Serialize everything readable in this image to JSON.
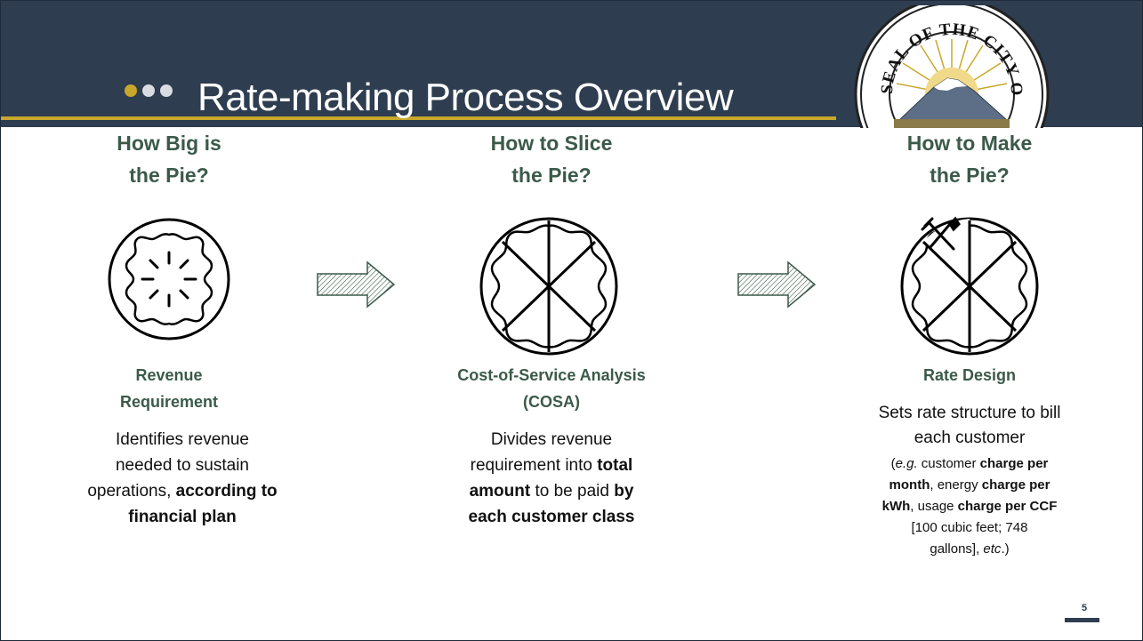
{
  "slide": {
    "title": "Rate-making Process Overview",
    "page_number": "5",
    "seal": {
      "text": "SEAL OF THE CITY OF TACOMA",
      "icon": "city-of-tacoma-seal"
    }
  },
  "colors": {
    "header_bg": "#2e3d4f",
    "accent_gold": "#c8a82b",
    "dot_light": "#d9dde3",
    "heading_green": "#3b5a4a"
  },
  "columns": [
    {
      "heading_line1": "How Big is",
      "heading_line2": "the Pie?",
      "icon": "whole-pie-icon",
      "subtitle_line1": "Revenue",
      "subtitle_line2": "Requirement",
      "desc": {
        "l1": "Identifies revenue",
        "l2": "needed to sustain",
        "l3a": "operations, ",
        "l3b": "according to",
        "l4": "financial plan"
      }
    },
    {
      "heading_line1": "How to Slice",
      "heading_line2": "the Pie?",
      "icon": "sliced-pie-icon",
      "subtitle_line1": "Cost-of-Service Analysis",
      "subtitle_line2": "(COSA)",
      "desc": {
        "l1": "Divides revenue",
        "l2a": "requirement into ",
        "l2b": "total",
        "l3a": "amount",
        "l3b": " to be paid ",
        "l3c": "by",
        "l4": "each customer class"
      }
    },
    {
      "heading_line1": "How to Make",
      "heading_line2": "the Pie?",
      "icon": "pie-with-utensils-icon",
      "subtitle_line1": "Rate Design",
      "desc": {
        "l1": "Sets rate structure to bill",
        "l2": "each customer",
        "l3a": "(",
        "l3b": "e.g.",
        "l3c": " customer ",
        "l3d": "charge per",
        "l4a": "month",
        "l4b": ", energy ",
        "l4c": "charge per",
        "l5a": "kWh",
        "l5b": ", usage ",
        "l5c": "charge per CCF",
        "l6": "[100 cubic feet; 748",
        "l7a": "gallons], ",
        "l7b": "etc",
        "l7c": ".)"
      }
    }
  ],
  "arrows": [
    {
      "icon": "right-arrow-icon"
    },
    {
      "icon": "right-arrow-icon"
    }
  ]
}
